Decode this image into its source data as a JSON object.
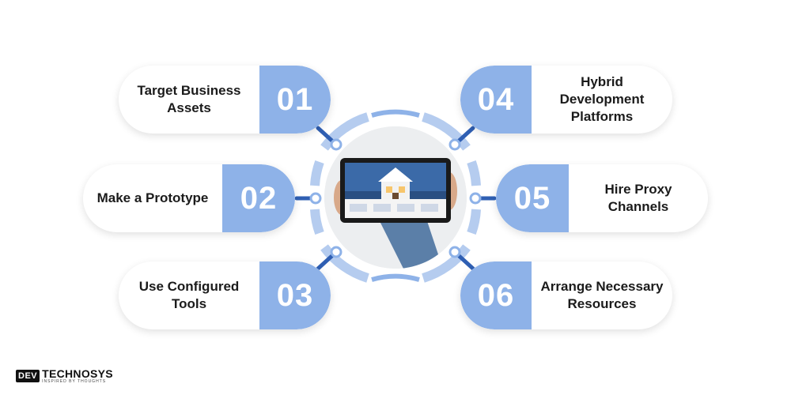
{
  "steps": [
    {
      "num": "01",
      "label": "Target Business Assets"
    },
    {
      "num": "02",
      "label": "Make a Prototype"
    },
    {
      "num": "03",
      "label": "Use Configured Tools"
    },
    {
      "num": "04",
      "label": "Hybrid Development Platforms"
    },
    {
      "num": "05",
      "label": "Hire Proxy Channels"
    },
    {
      "num": "06",
      "label": "Arrange Necessary Resources"
    }
  ],
  "logo": {
    "mark": "DEV",
    "brand": "TECHNOSYS",
    "tagline": "INSPIRED BY THOUGHTS"
  },
  "colors": {
    "accent_light": "#8eb2e8",
    "accent_dark": "#2f5fb3",
    "ring": "#b5ccef"
  },
  "center_image": {
    "icon": "tablet-with-house-photo"
  }
}
